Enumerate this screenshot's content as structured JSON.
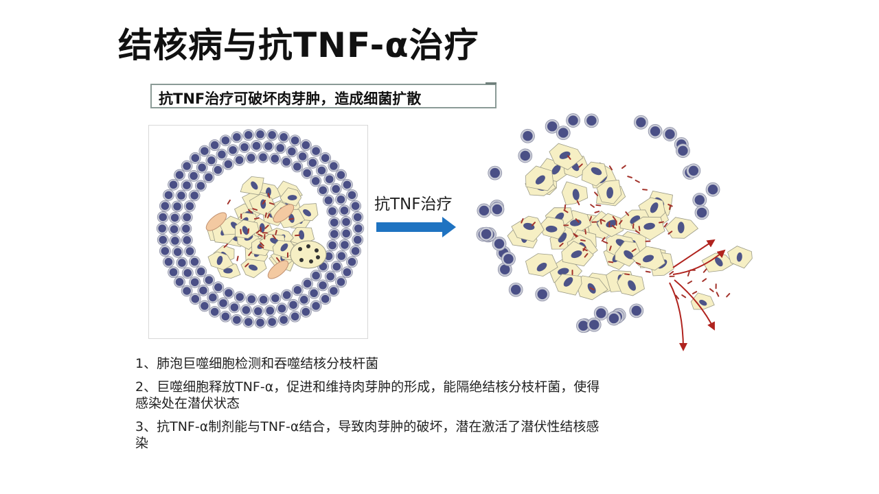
{
  "slide": {
    "title": "结核病与抗TNF-α治疗",
    "subtitle": "抗TNF治疗可破坏肉芽肿，造成细菌扩散",
    "arrow_label": "抗TNF治疗",
    "points": [
      "1、肺泡巨噬细胞检测和吞噬结核分枝杆菌",
      "2、巨噬细胞释放TNF-α，促进和维持肉芽肿的形成，能隔绝结核分枝杆菌，使得感染处在潜伏状态",
      "3、抗TNF-α制剂能与TNF-α结合，导致肉芽肿的破坏，潜在激活了潜伏性结核感染"
    ]
  },
  "colors": {
    "lymphocyte": "#4a4f86",
    "lymph_rim": "#c9cbd6",
    "macrophage": "#f6efc4",
    "macrophage_edge": "#9a9a86",
    "nucleus": "#4d5488",
    "bacteria": "#a3322a",
    "arrow": "#1f73c1",
    "dissemination": "#b0231e"
  }
}
